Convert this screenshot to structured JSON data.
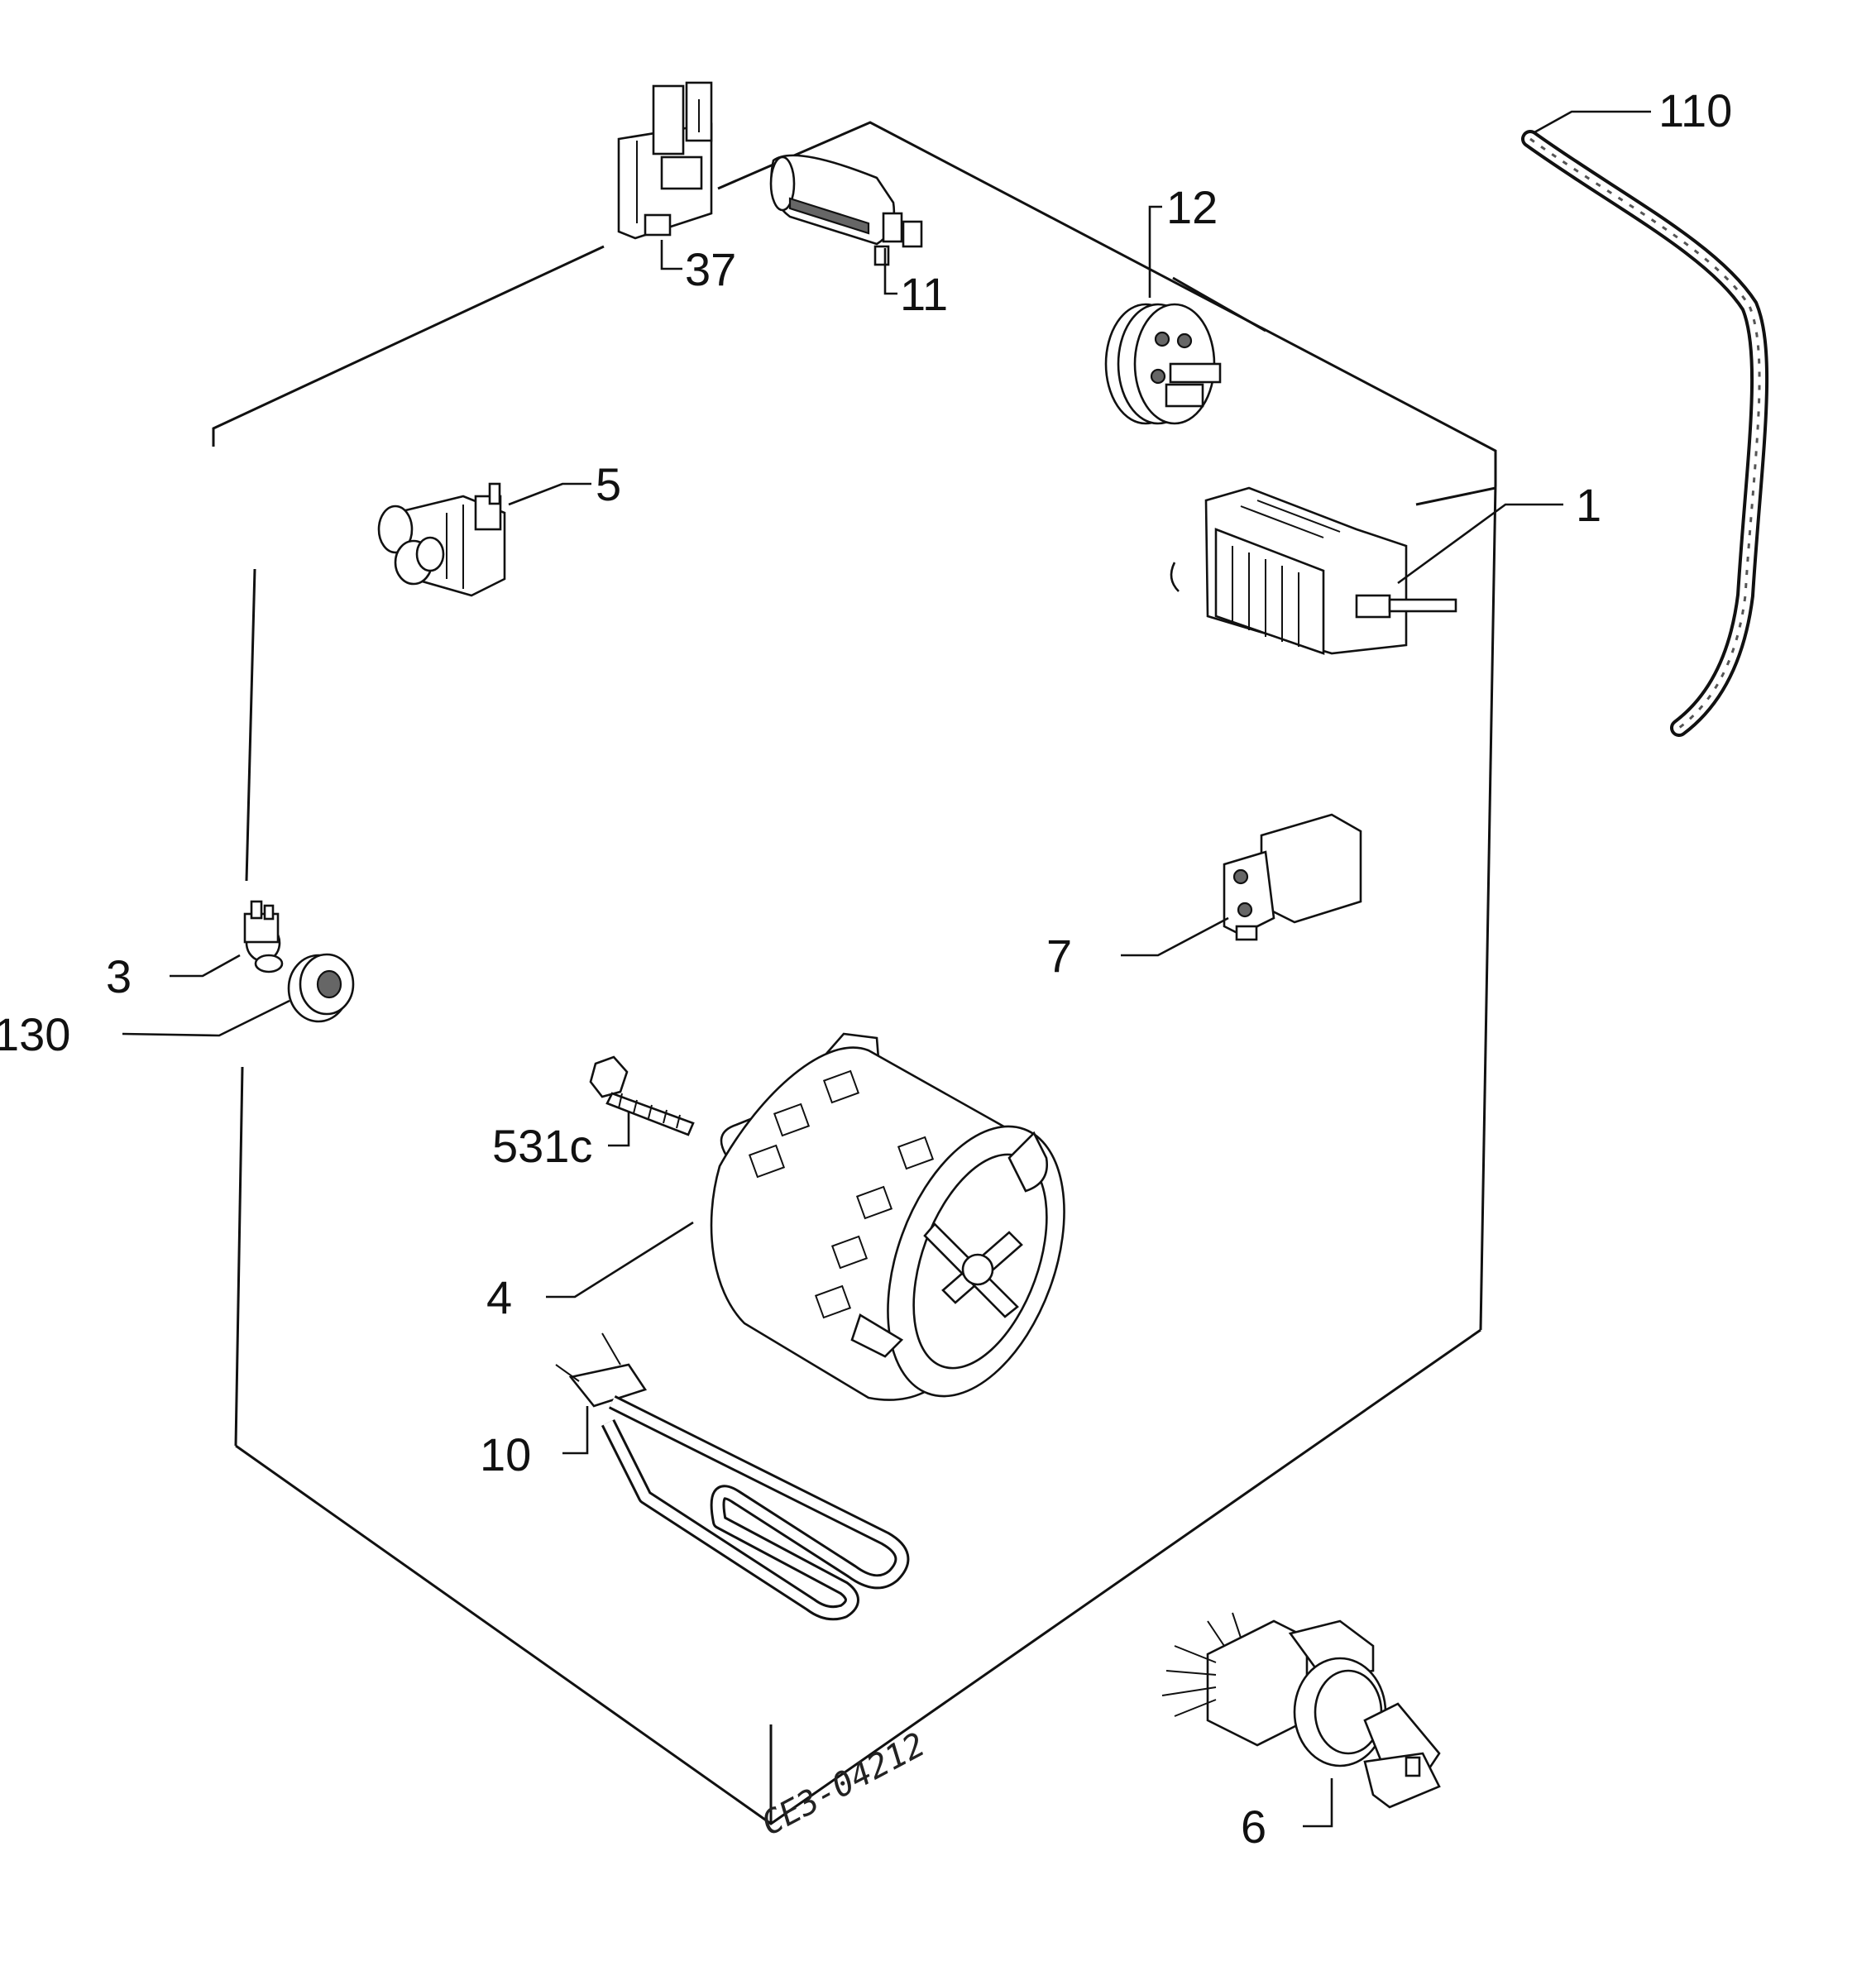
{
  "labels": {
    "p1": "1",
    "p3": "3",
    "p4": "4",
    "p5": "5",
    "p6": "6",
    "p7": "7",
    "p10": "10",
    "p11": "11",
    "p12": "12",
    "p37": "37",
    "p110": "110",
    "p130": "130",
    "p531c": "531c"
  },
  "drawing_code": "CE3-04212"
}
